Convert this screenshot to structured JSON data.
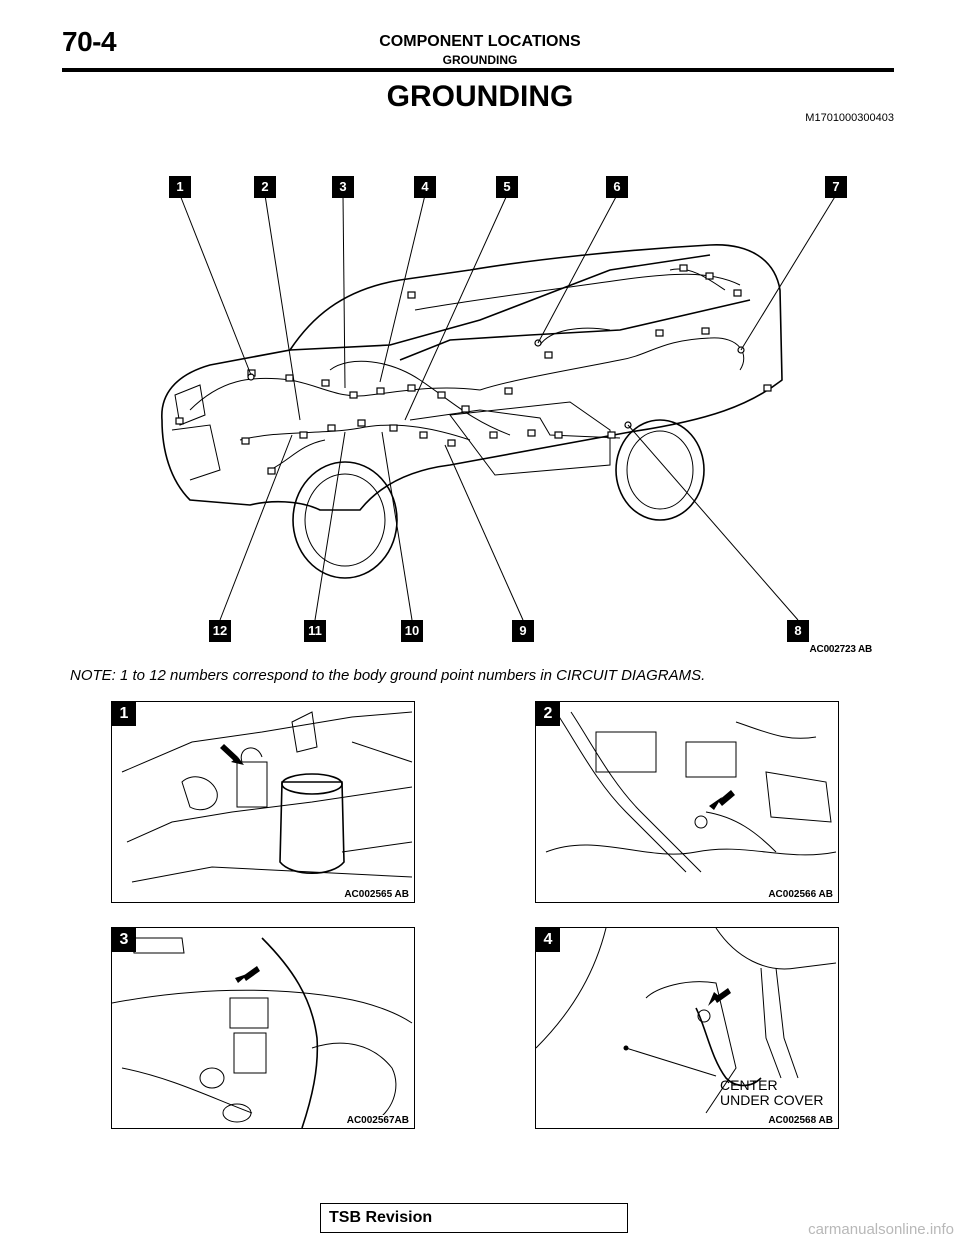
{
  "header": {
    "page_number": "70-4",
    "section": "COMPONENT LOCATIONS",
    "subsection": "GROUNDING"
  },
  "title": "GROUNDING",
  "doc_code": "M1701000300403",
  "main_figure": {
    "code": "AC002723 AB",
    "top_callouts": [
      "1",
      "2",
      "3",
      "4",
      "5",
      "6",
      "7"
    ],
    "bottom_callouts": [
      "12",
      "11",
      "10",
      "9",
      "8"
    ]
  },
  "note": "NOTE: 1 to 12 numbers correspond to the body ground point numbers in CIRCUIT DIAGRAMS.",
  "photos": [
    {
      "number": "1",
      "code": "AC002565 AB"
    },
    {
      "number": "2",
      "code": "AC002566 AB"
    },
    {
      "number": "3",
      "code": "AC002567AB"
    },
    {
      "number": "4",
      "code": "AC002568 AB",
      "caption_line1": "CENTER",
      "caption_line2": "UNDER COVER"
    }
  ],
  "footer": {
    "label": "TSB Revision"
  },
  "watermark": "carmanualsonline.info"
}
